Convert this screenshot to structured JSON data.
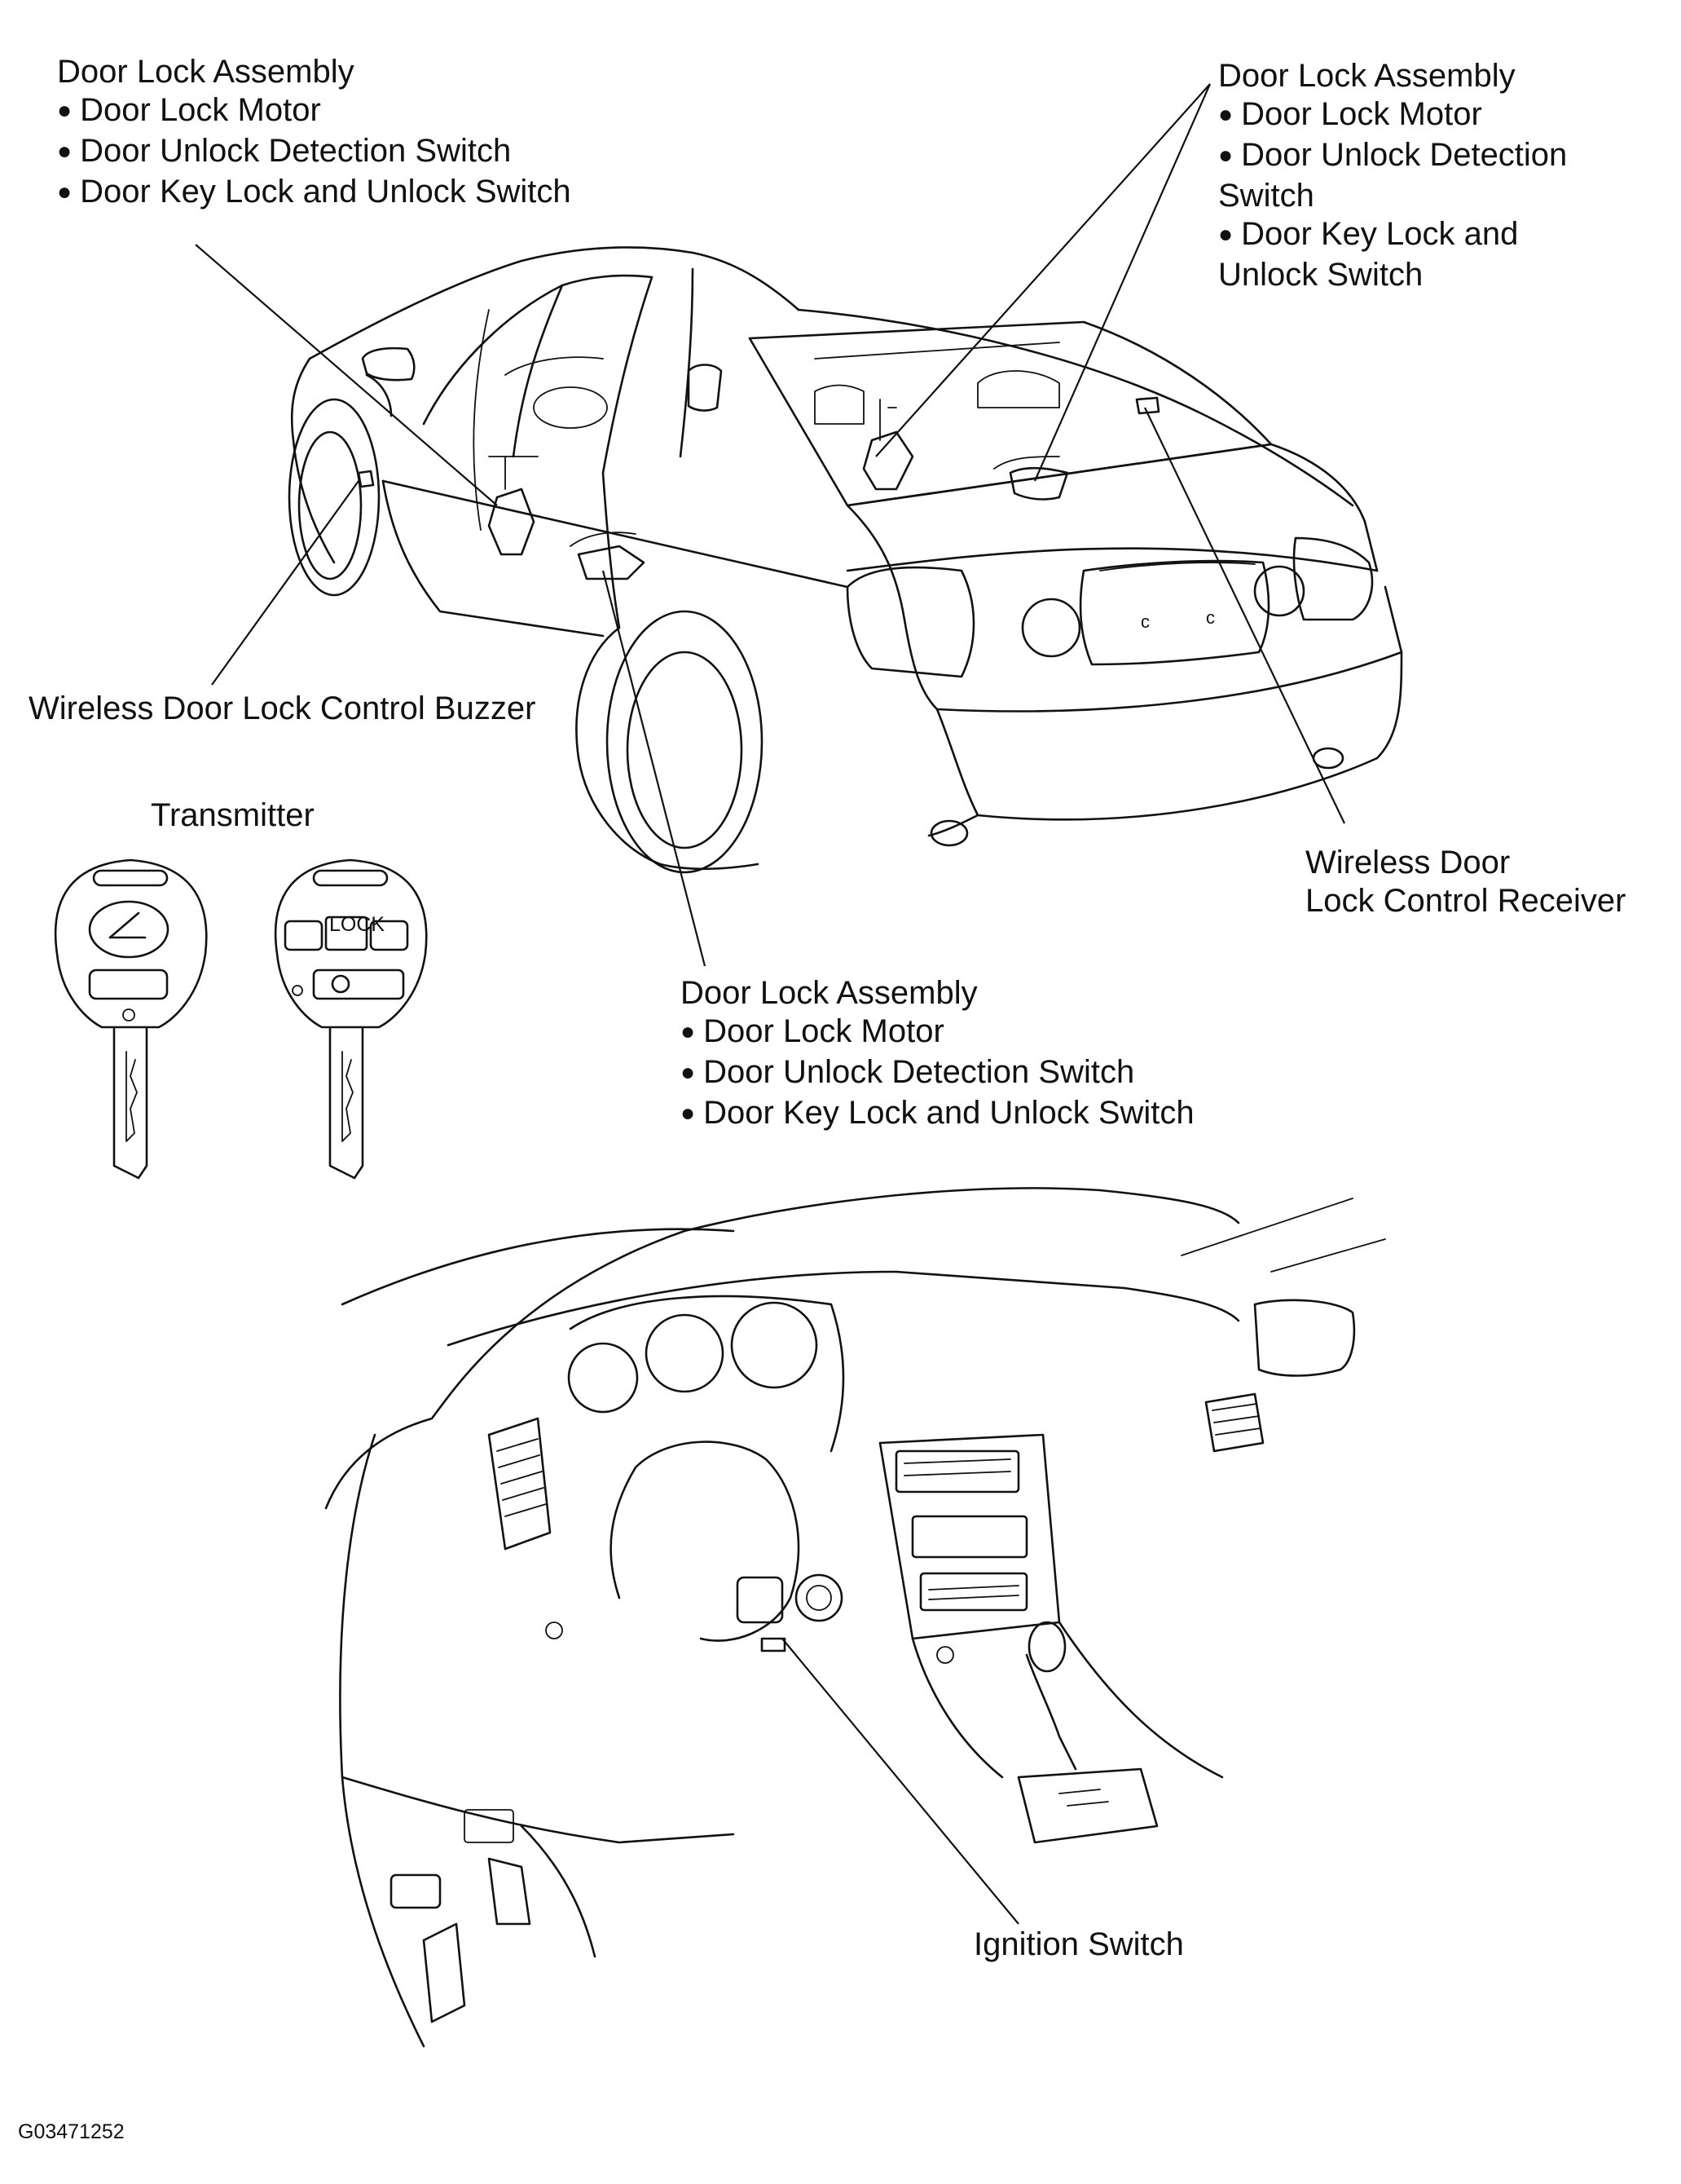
{
  "labels": {
    "door_lock_top_left": {
      "title": "Door Lock Assembly",
      "items": [
        "Door Lock Motor",
        "Door Unlock Detection Switch",
        "Door Key Lock and Unlock Switch"
      ]
    },
    "door_lock_top_right": {
      "title": "Door Lock Assembly",
      "lines": [
        "Door Lock Motor",
        "Door Unlock Detection",
        "Switch",
        "Door Key Lock and",
        "Unlock Switch"
      ]
    },
    "buzzer": "Wireless Door Lock Control Buzzer",
    "transmitter": "Transmitter",
    "receiver": [
      "Wireless Door",
      "Lock Control Receiver"
    ],
    "door_lock_bottom": {
      "title": "Door Lock Assembly",
      "items": [
        "Door Lock Motor",
        "Door Unlock Detection Switch",
        "Door Key Lock and Unlock Switch"
      ]
    },
    "ignition": "Ignition Switch",
    "figure_code": "G03471252"
  },
  "icons": [
    "car-body-icon",
    "key-transmitter-front-icon",
    "key-transmitter-back-icon",
    "dashboard-icon",
    "lexus-logo-icon"
  ]
}
